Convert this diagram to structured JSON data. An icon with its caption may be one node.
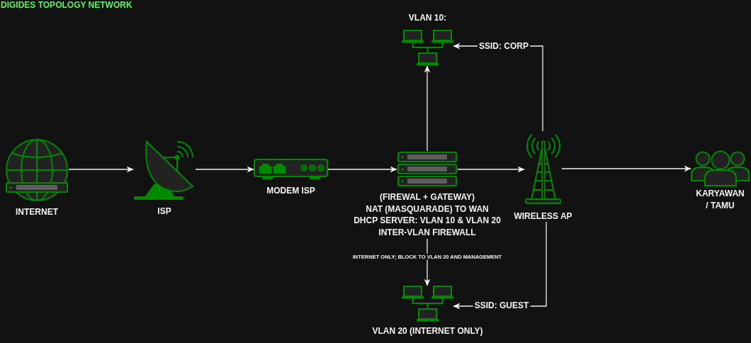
{
  "diagram": {
    "title": "DIGIDES TOPOLOGY NETWORK",
    "nodes": [
      {
        "text": [
          "INTERNET"
        ]
      },
      {
        "text": [
          "ISP"
        ]
      },
      {
        "text": [
          "MODEM ISP"
        ]
      },
      {
        "text": [
          "(FIREWAL + GATEWAY)",
          "NAT (MASQUARADE) TO WAN",
          "DHCP SERVER: VLAN 10 & VLAN 20",
          "INTER-VLAN FIREWALL"
        ]
      },
      {
        "text": [
          "WIRELESS AP"
        ]
      },
      {
        "text": [
          "KARYAWAN / TAMU"
        ]
      },
      {
        "text": [
          "VLAN 10:"
        ]
      },
      {
        "text": [
          "VLAN 20 (INTERNET ONLY)"
        ]
      }
    ],
    "edges": [
      {
        "from": 0,
        "to": 1,
        "arrow": "to"
      },
      {
        "from": 1,
        "to": 2,
        "arrow": "to"
      },
      {
        "from": 2,
        "to": 3,
        "arrow": "to"
      },
      {
        "from": 3,
        "to": 4,
        "arrow": "to"
      },
      {
        "from": 4,
        "to": 5,
        "arrow": "to"
      },
      {
        "from": 3,
        "to": 6,
        "arrow": "to"
      },
      {
        "from": 4,
        "to": 6,
        "arrow": "to",
        "label": "SSID: CORP"
      },
      {
        "from": 3,
        "to": 7,
        "arrow": "to",
        "label": "INTERNET ONLY; BLOCK TO VLAN 20 AND MANAGEMENT"
      },
      {
        "from": 4,
        "to": 7,
        "arrow": "to",
        "label": "SSID: GUEST"
      }
    ]
  }
}
